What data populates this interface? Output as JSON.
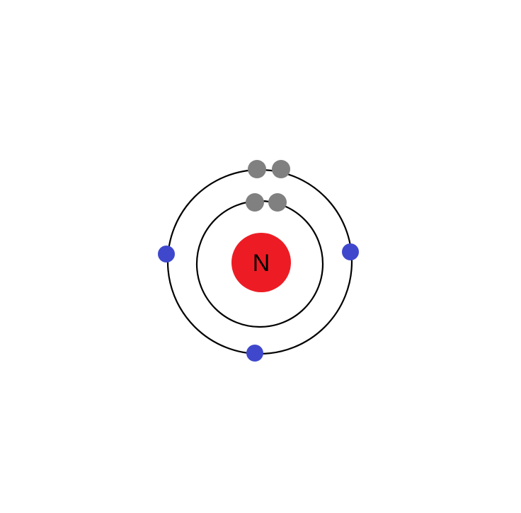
{
  "atom": {
    "symbol": "N",
    "nucleus_color": "#ed1c24",
    "inner_shell": {
      "electron_count": 2,
      "electron_color": "#808080"
    },
    "outer_shell": {
      "electron_count": 5,
      "paired_electron_color": "#808080",
      "unpaired_electron_color": "#3f48cc"
    }
  }
}
